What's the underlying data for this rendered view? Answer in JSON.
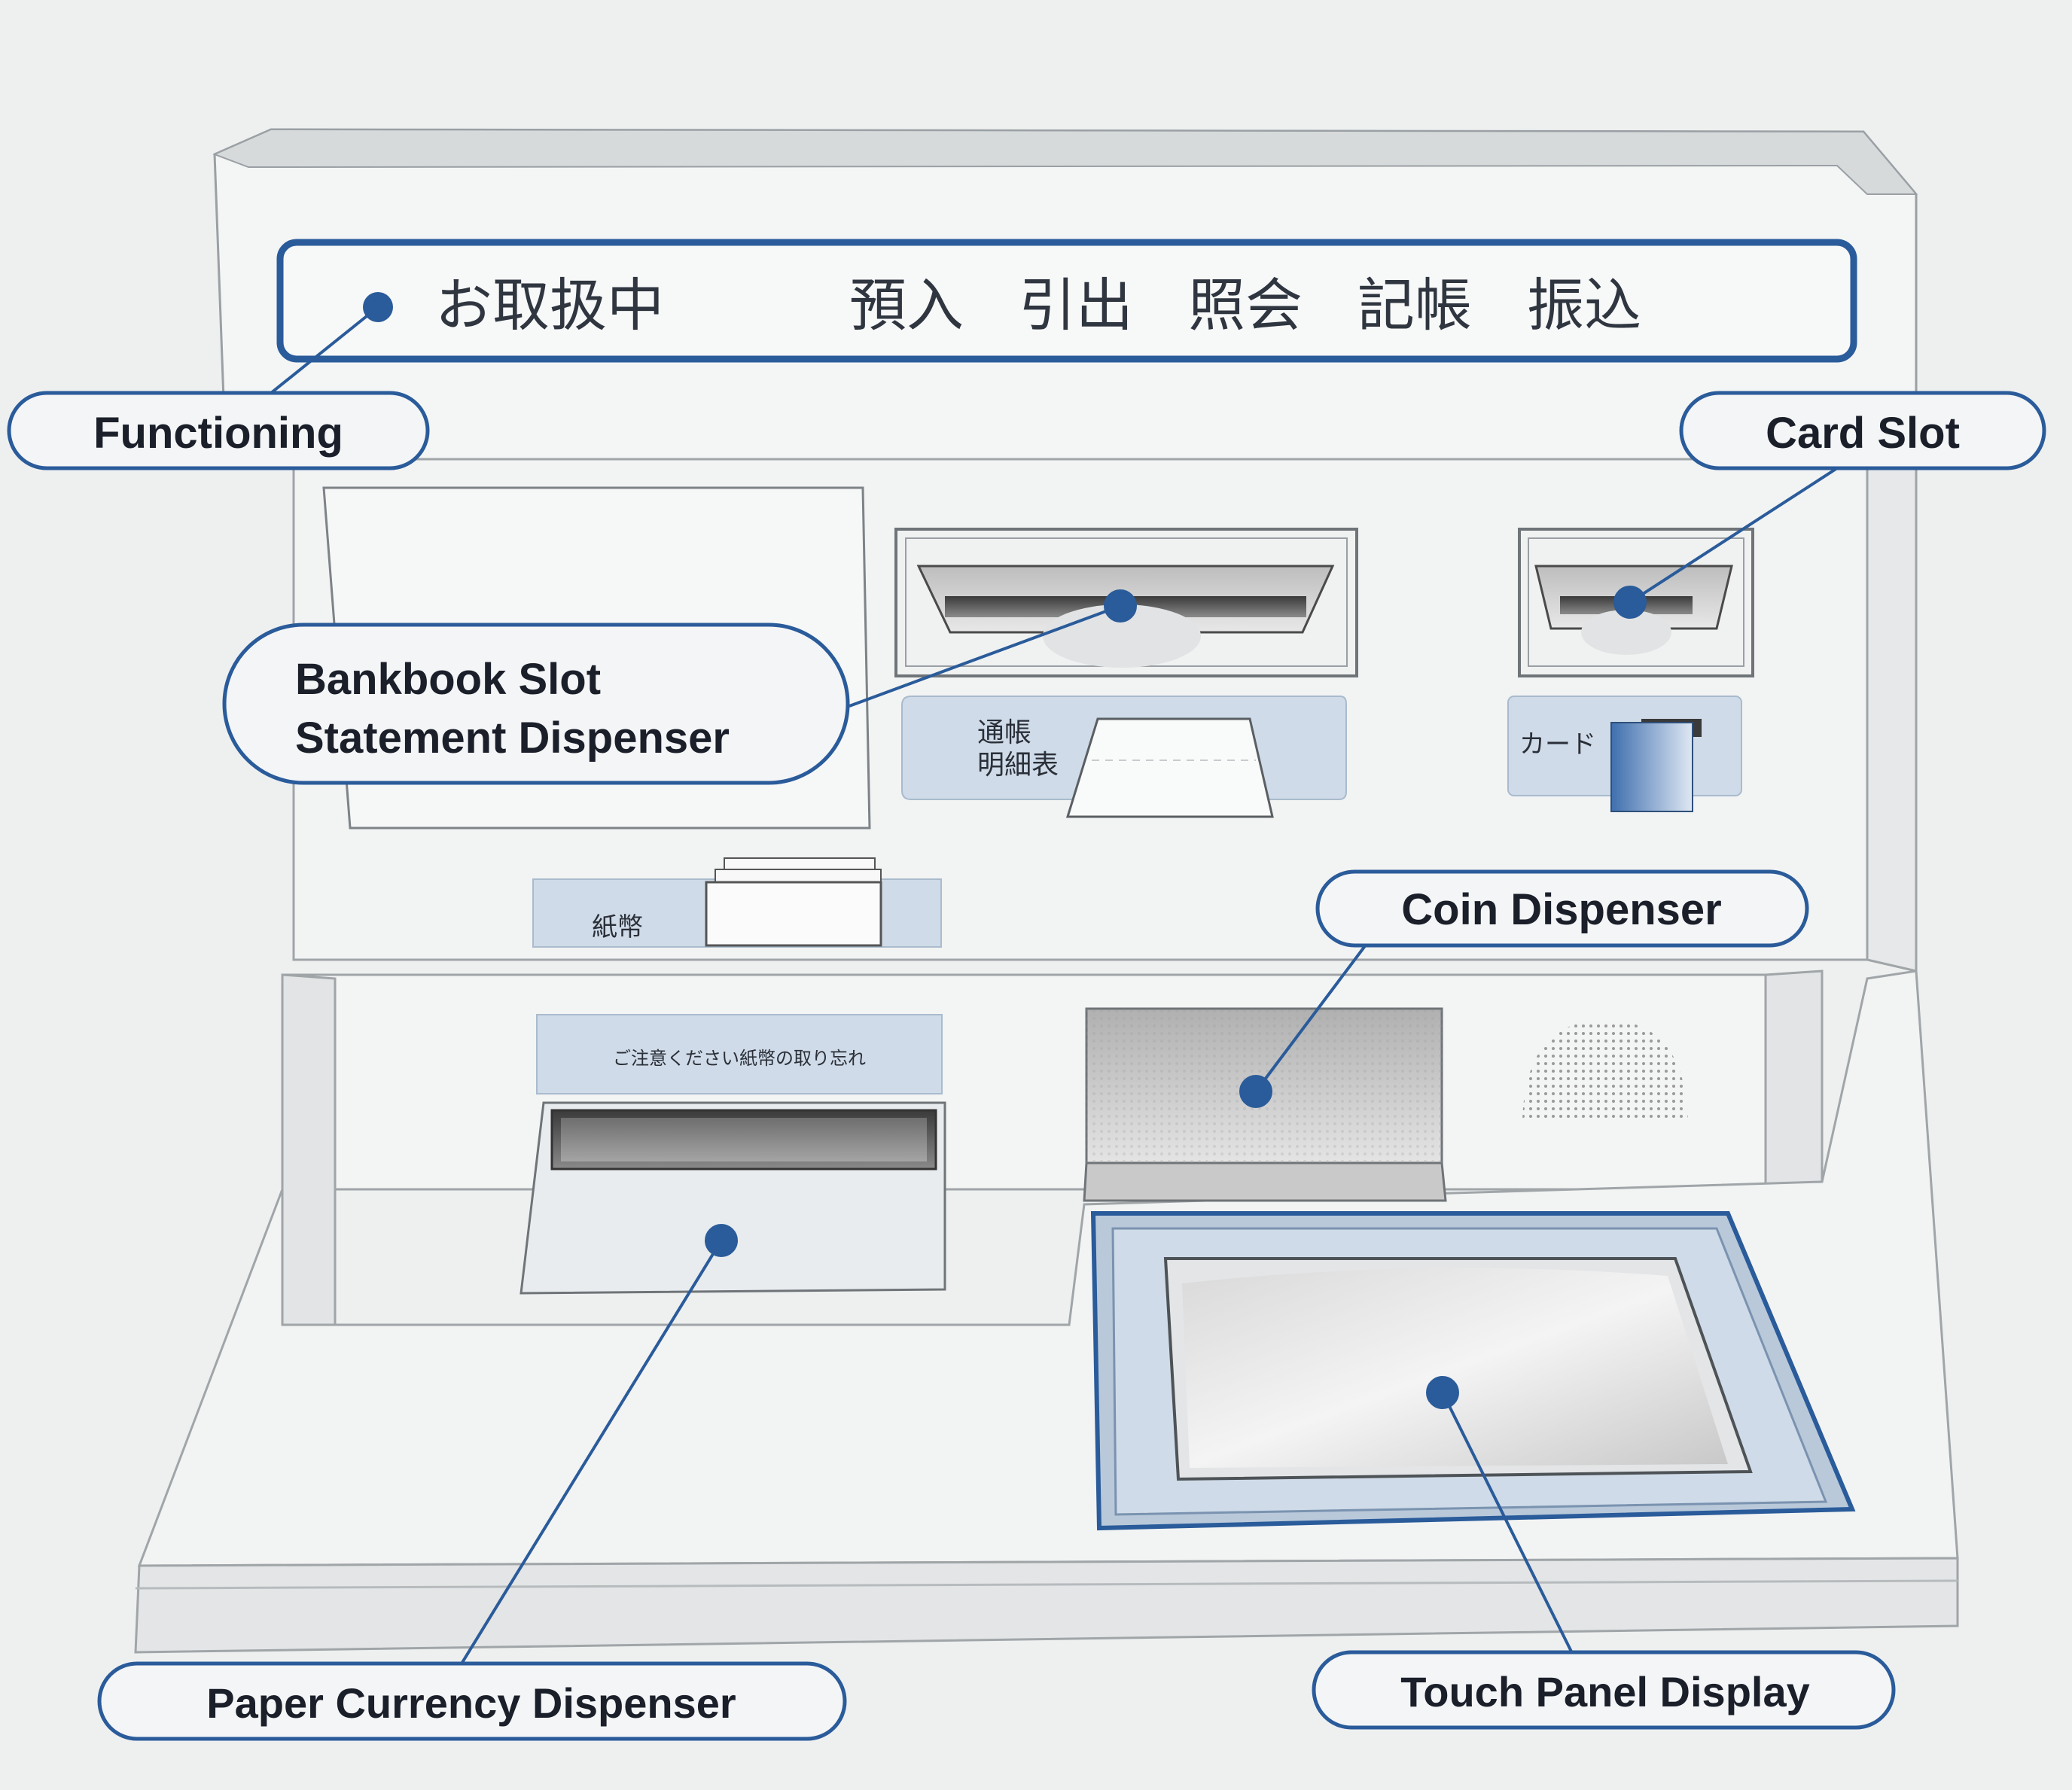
{
  "status_panel": {
    "indicator": "お取扱中",
    "services": [
      "預入",
      "引出",
      "照会",
      "記帳",
      "振込"
    ]
  },
  "machine_labels": {
    "bankbook_line1": "通帳",
    "bankbook_line2": "明細表",
    "card": "カード",
    "bills": "紙幣",
    "warning": "ご注意ください紙幣の取り忘れ"
  },
  "callouts": {
    "functioning": "Functioning",
    "card_slot": "Card Slot",
    "bankbook_line1": "Bankbook Slot",
    "bankbook_line2": "Statement Dispenser",
    "coin_dispenser": "Coin Dispenser",
    "paper_currency": "Paper Currency Dispenser",
    "touch_panel": "Touch Panel Display"
  },
  "colors": {
    "accent_blue": "#2a5b9a",
    "panel_blue": "#cfdbe8",
    "body": "#f3f4f4"
  }
}
